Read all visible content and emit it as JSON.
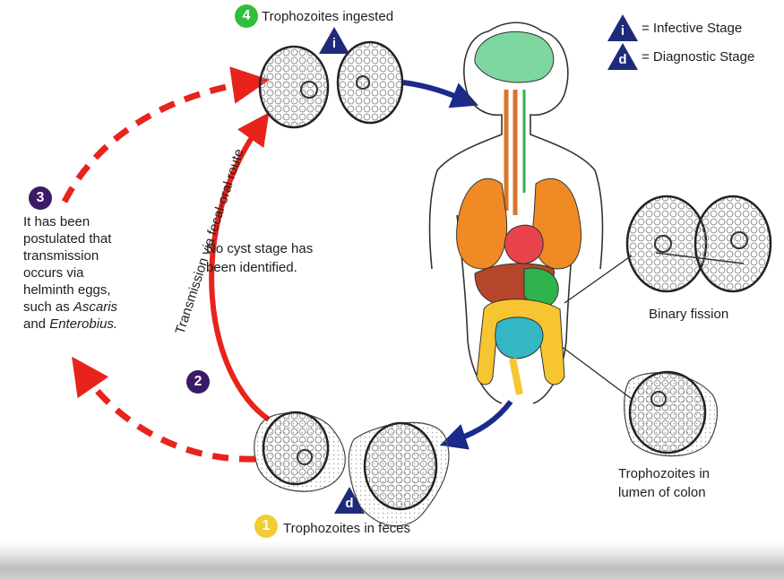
{
  "legend": {
    "infective_letter": "i",
    "infective_label": "= Infective Stage",
    "diagnostic_letter": "d",
    "diagnostic_label": "= Diagnostic Stage"
  },
  "steps": [
    {
      "number": "1",
      "label": "Trophozoites in feces",
      "color": "#f2cc33"
    },
    {
      "number": "2",
      "label": "Transmission via fecal-oral route",
      "color": "#3b1a66"
    },
    {
      "number": "3",
      "lines": [
        "It has been",
        "postulated that",
        "transmission",
        "occurs via",
        "helminth eggs,",
        "such as ",
        "and "
      ],
      "italic": [
        "Ascaris",
        "Enterobius."
      ],
      "color": "#3b1a66"
    },
    {
      "number": "4",
      "label": "Trophozoites ingested",
      "color": "#2fbf3a"
    }
  ],
  "notes": {
    "no_cyst_line1": "No cyst stage has",
    "no_cyst_line2": "been identified."
  },
  "labels": {
    "binary_fission": "Binary fission",
    "lumen_line1": "Trophozoites in",
    "lumen_line2": "lumen of colon"
  },
  "colors": {
    "red_arrow": "#e8231c",
    "navy_arrow": "#1b2a8c",
    "triangle": "#1f2a7a",
    "brain": "#7ed6a0",
    "lungs": "#f08a24",
    "heart": "#e8434a",
    "liver": "#b5452b",
    "stomach": "#2fb34c",
    "colon": "#f7c531",
    "small_intestine": "#35b6c3",
    "esophagus": "#d8762a"
  }
}
